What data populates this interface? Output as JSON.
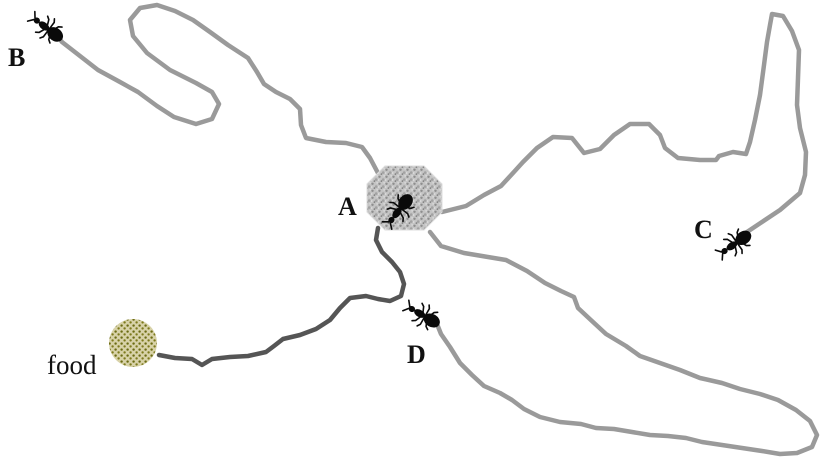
{
  "labels": {
    "nest": "A",
    "b": "B",
    "c": "C",
    "d": "D",
    "food": "food"
  },
  "colors": {
    "trail_gray": "#9a9a9a",
    "trail_dark": "#555555",
    "nest_stone": "#b9b9b9",
    "food_fill": "#cfc69a",
    "food_dots": "#6b6b12",
    "ant": "#0a0a0a"
  },
  "icons": [
    "nest-stone-icon",
    "food-pile-icon",
    "ant-icon"
  ]
}
